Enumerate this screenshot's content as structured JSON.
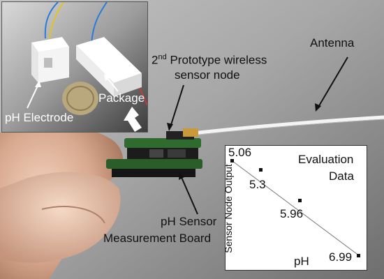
{
  "inset": {
    "electrode_label": "pH  Electrode",
    "package_label": "Package"
  },
  "main": {
    "antenna_label": "Antenna",
    "prototype_label_prefix": "2",
    "prototype_label_sup": "nd",
    "prototype_label_rest": " Prototype wireless",
    "prototype_label_line2": "sensor node",
    "board_label_line1": "pH Sensor",
    "board_label_line2": "Measurement Board"
  },
  "evaluation": {
    "title_line1": "Evaluation",
    "title_line2": "Data",
    "ylabel": "Sensor Node Output",
    "xlabel": "pH",
    "points": [
      "5.06",
      "5.3",
      "5.96",
      "6.99"
    ]
  }
}
